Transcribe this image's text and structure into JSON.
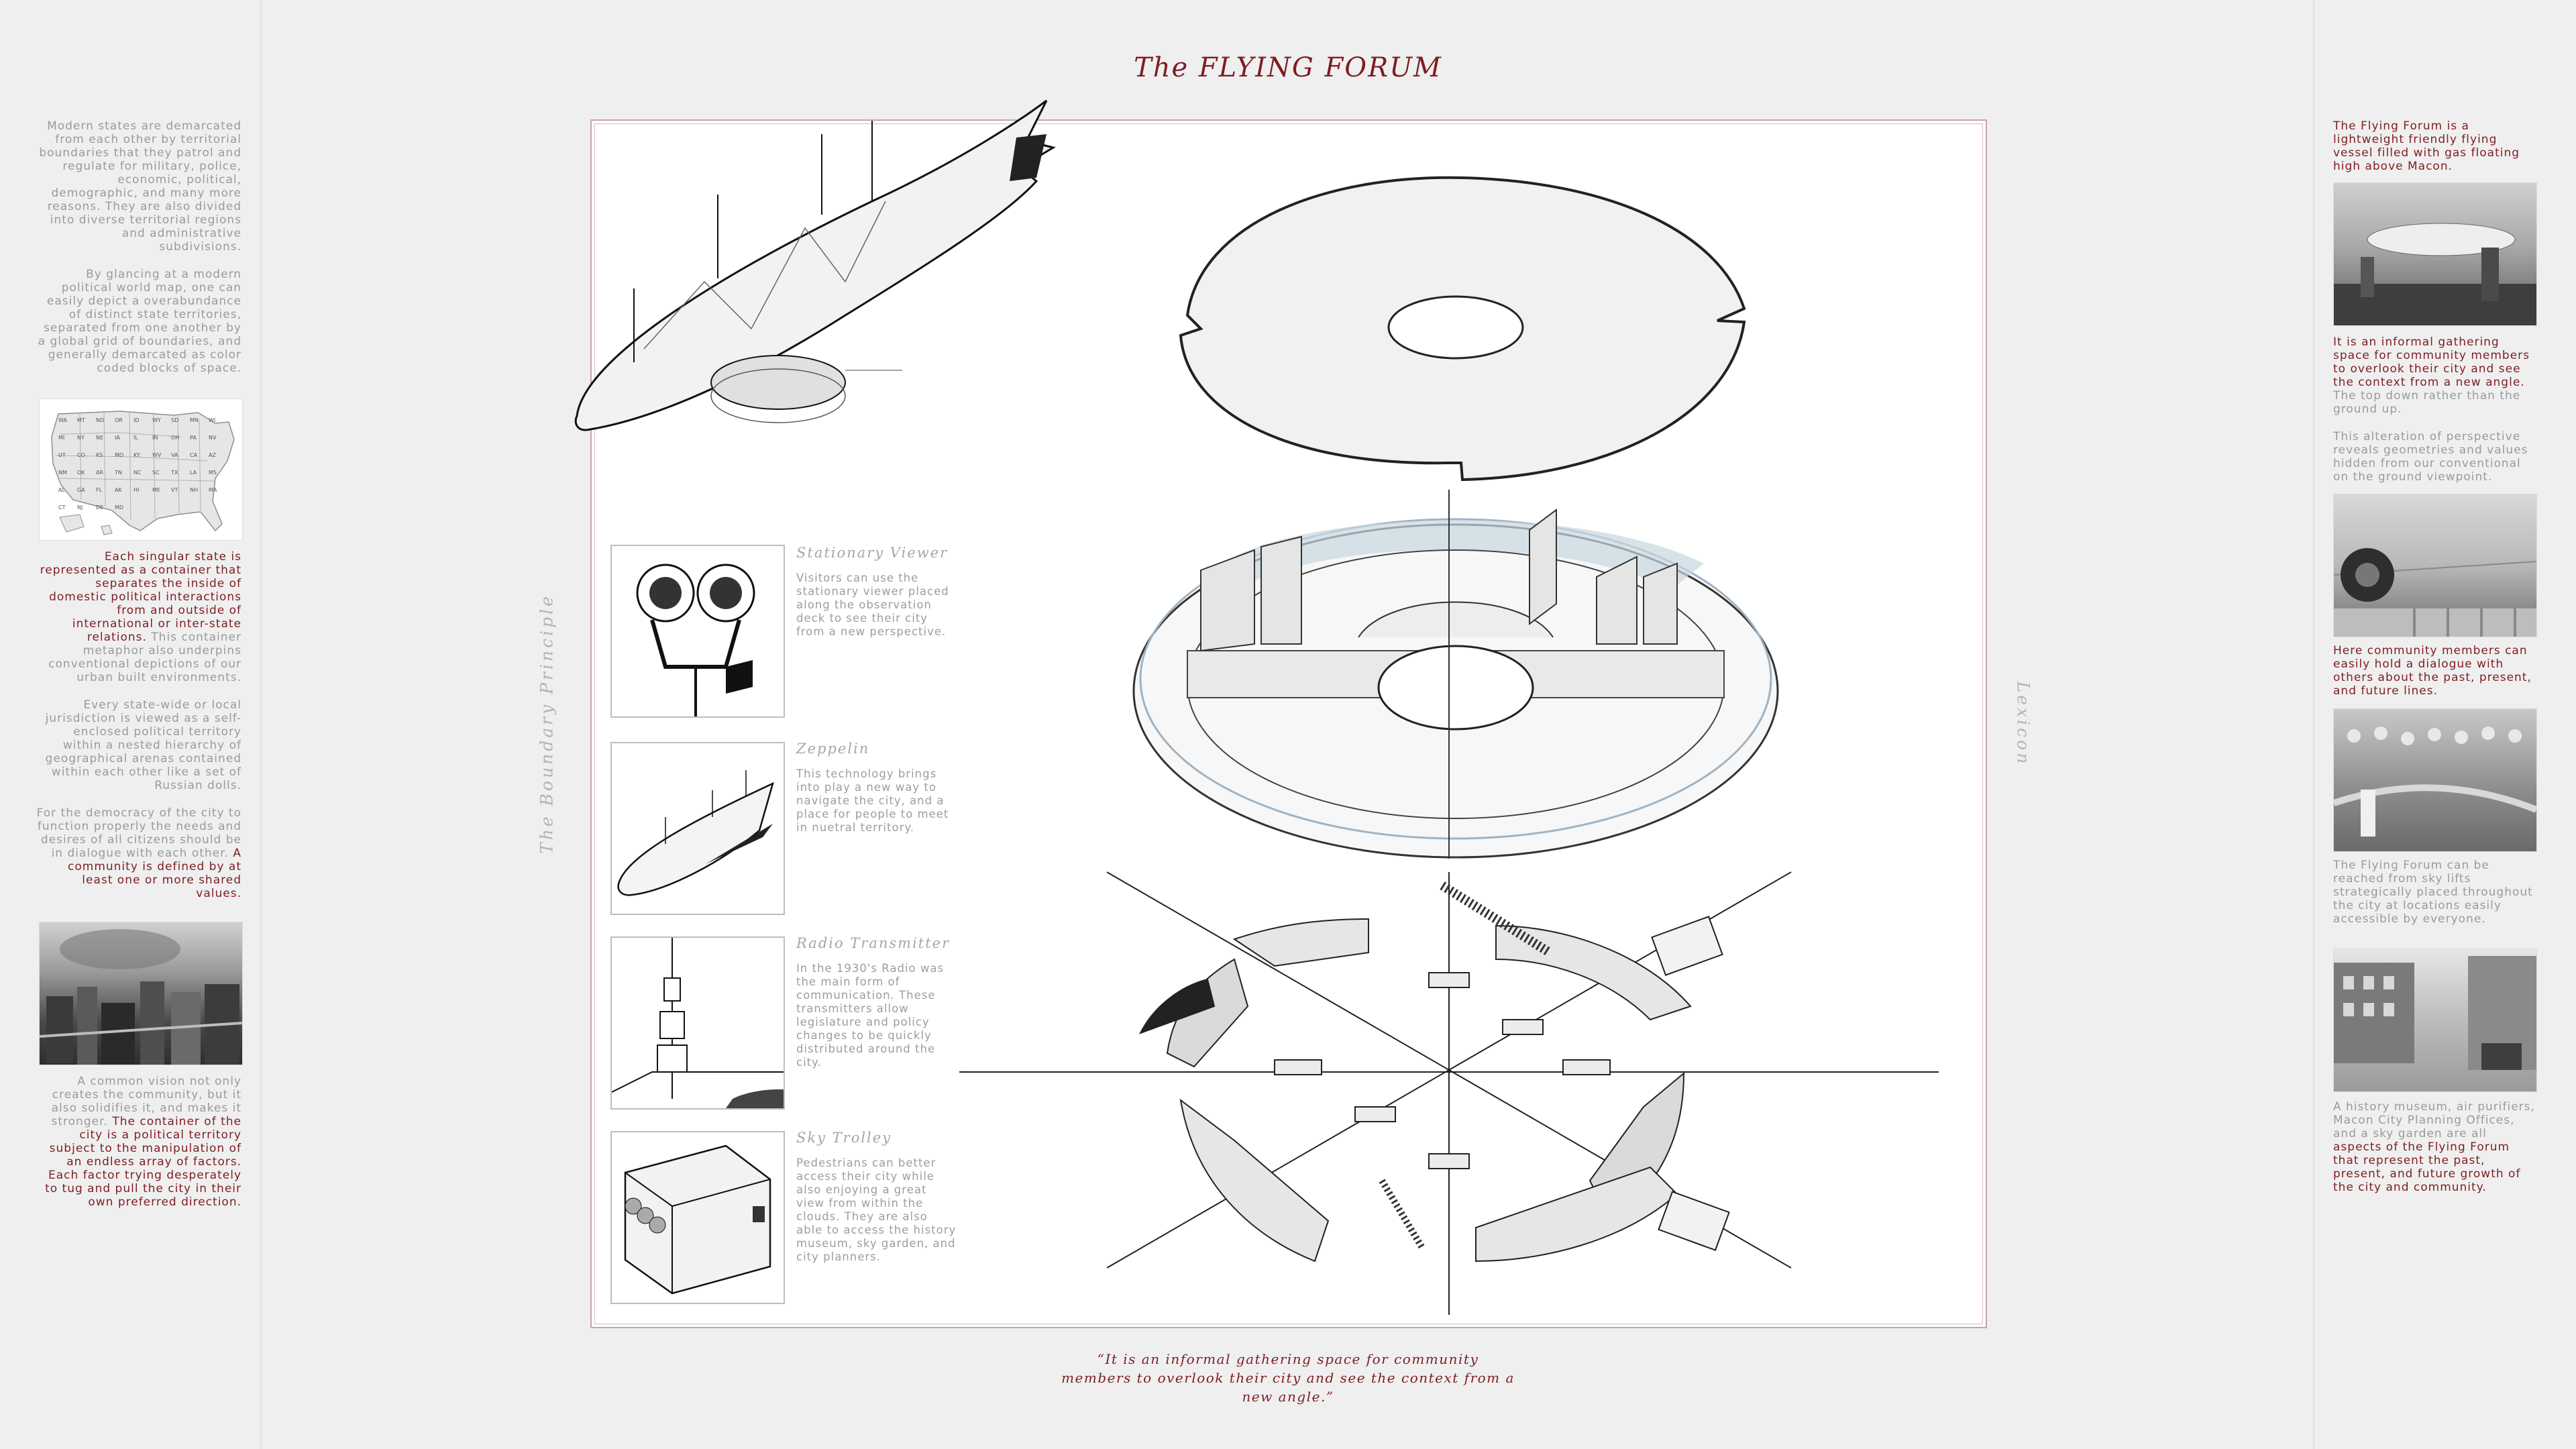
{
  "title": "The FLYING FORUM",
  "left_vertical": "The Boundary Principle",
  "right_vertical": "Lexicon",
  "left_column": {
    "p1": "Modern states are demarcated from each other by territorial boundaries that they patrol and regulate for military, police, economic, political, demographic, and many more reasons. They are also divided into diverse territorial regions and administrative subdivisions.",
    "p2": "By glancing at a modern political world map, one can easily depict a overabundance of distinct state territories, separated from one another by a global grid of boundaries, and generally demarcated as color coded blocks of space.",
    "p3_red": "Each singular state is represented as a container that separates the inside of domestic political interactions from and outside of international or inter-state relations.",
    "p3_grey": "This container metaphor also underpins conventional depictions of our urban built environments.",
    "p4": "Every state-wide or local jurisdiction is viewed as a self-enclosed political territory within a nested hierarchy of geographical arenas contained within each other like a set of Russian dolls.",
    "p5_grey": "For the democracy of the city to function properly the needs and desires of all citizens should be in dialogue with each other.",
    "p5_red": "A community is defined by at least one or more shared values.",
    "p6_grey": "A common vision not only creates the community, but it also solidifies it, and makes it stronger.",
    "p6_red": "The container of the city is a political territory subject to the manipulation of an endless array of factors. Each factor trying desperately to tug and pull the city in their own preferred direction.",
    "map_labels": [
      "WA",
      "MT",
      "ND",
      "OR",
      "ID",
      "WY",
      "SD",
      "MN",
      "WI",
      "MI",
      "NY",
      "NE",
      "IA",
      "IL",
      "IN",
      "OH",
      "PA",
      "NV",
      "UT",
      "CO",
      "KS",
      "MO",
      "KY",
      "WV",
      "VA",
      "CA",
      "AZ",
      "NM",
      "OK",
      "AR",
      "TN",
      "NC",
      "SC",
      "TX",
      "LA",
      "MS",
      "AL",
      "GA",
      "FL",
      "AK",
      "HI",
      "ME",
      "VT",
      "NH",
      "MA",
      "CT",
      "NJ",
      "DE",
      "MD"
    ]
  },
  "right_column": {
    "p1_red": "The Flying Forum is a lightweight friendly flying vessel filled with gas floating high above Macon.",
    "p2_red": "It is an informal gathering space for community members to overlook their city and see the context from a new angle.",
    "p2_grey": "The top down rather than the ground up.",
    "p3": "This alteration of perspective reveals geometries and values hidden from our conventional on the ground viewpoint.",
    "p4_red": "Here community members can easily hold a dialogue with others about the past, present, and future lines.",
    "p5": "The Flying Forum can be reached from sky lifts strategically placed throughout the city at locations easily accessible by everyone.",
    "p6_grey": "A history museum, air purifiers, Macon City Planning Offices, and a sky garden are all",
    "p6_red": "aspects of the Flying Forum that represent the past, present, and future growth of the city and community."
  },
  "lexicon": [
    {
      "heading": "Stationary Viewer",
      "text": "Visitors can use the stationary viewer placed along the observation deck to see their city from a new perspective."
    },
    {
      "heading": "Zeppelin",
      "text": "This technology brings into play a new way to navigate the city, and a place for people to meet in nuetral territory."
    },
    {
      "heading": "Radio Transmitter",
      "text": "In the 1930's Radio was the main form of communication. These transmitters allow legislature and policy changes to be quickly distributed around the city."
    },
    {
      "heading": "Sky Trolley",
      "text": "Pedestrians can better access their city while also enjoying a great view from within the clouds. They are also able to access the history museum, sky garden, and city planners."
    }
  ],
  "quote": "“It is an informal gathering space for community members to overlook their city and see the context from a new angle.”",
  "colors": {
    "accent": "#7e1d22",
    "text": "#9a9a9a",
    "background": "#efefef",
    "board": "#ffffff"
  }
}
